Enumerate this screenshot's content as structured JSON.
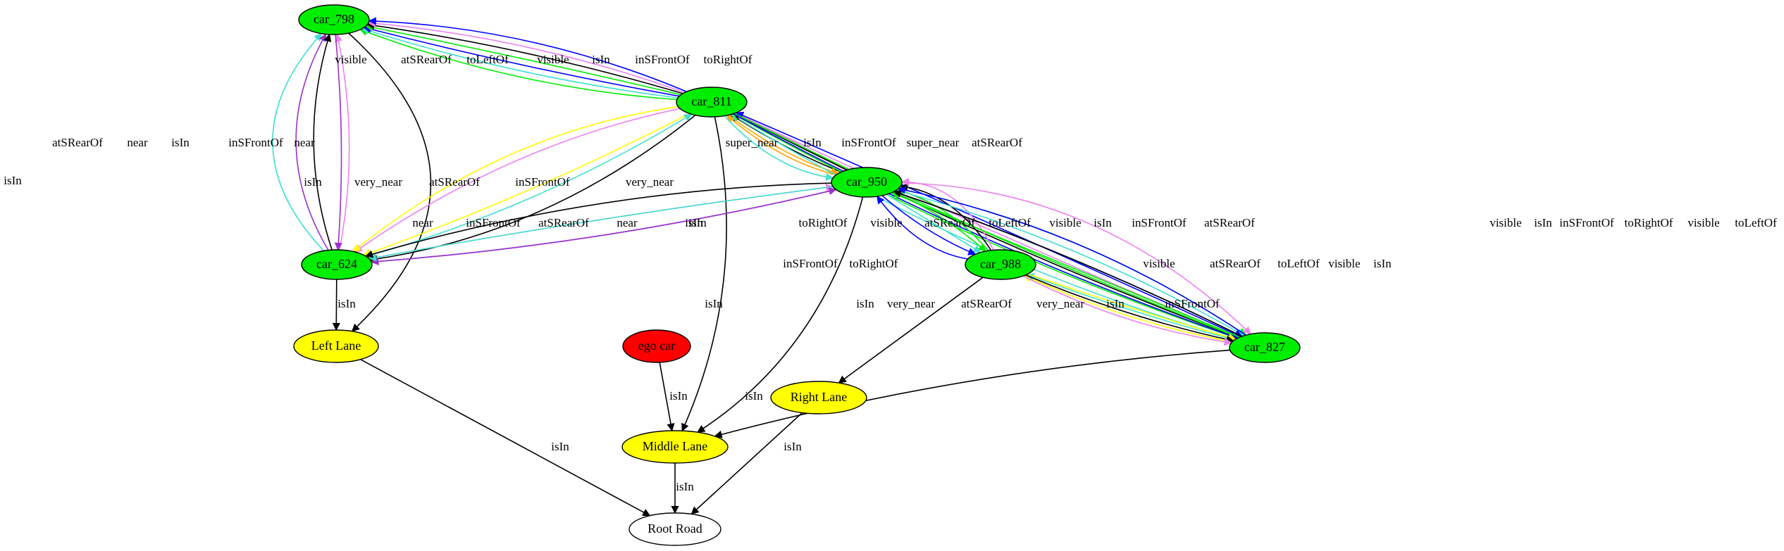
{
  "colors": {
    "car": "#00ee00",
    "ego": "#ff0000",
    "lane": "#ffff00",
    "road": "#ffffff",
    "isIn": "#000000",
    "near": "#9932cc",
    "super_near": "#ffa500",
    "very_near": "#ffff00",
    "atSRearOf": "#40e0d0",
    "inSFrontOf": "#ee82ee",
    "toLeftOf": "#0000ff",
    "toRightOf": "#0000ff",
    "visible": "#00ee00"
  },
  "nodes": [
    {
      "id": "car_798",
      "label": "car_798",
      "kind": "car"
    },
    {
      "id": "car_811",
      "label": "car_811",
      "kind": "car"
    },
    {
      "id": "car_950",
      "label": "car_950",
      "kind": "car"
    },
    {
      "id": "car_624",
      "label": "car_624",
      "kind": "car"
    },
    {
      "id": "car_988",
      "label": "car_988",
      "kind": "car"
    },
    {
      "id": "car_827",
      "label": "car_827",
      "kind": "car"
    },
    {
      "id": "left_lane",
      "label": "Left Lane",
      "kind": "lane"
    },
    {
      "id": "ego_car",
      "label": "ego car",
      "kind": "ego"
    },
    {
      "id": "right_lane",
      "label": "Right Lane",
      "kind": "lane"
    },
    {
      "id": "middle_lane",
      "label": "Middle Lane",
      "kind": "lane"
    },
    {
      "id": "root_road",
      "label": "Root Road",
      "kind": "road"
    }
  ],
  "edges": [
    {
      "from": "car_811",
      "to": "car_798",
      "label": "visible",
      "rel": "visible"
    },
    {
      "from": "car_811",
      "to": "car_798",
      "label": "atSRearOf",
      "rel": "atSRearOf"
    },
    {
      "from": "car_811",
      "to": "car_798",
      "label": "toLeftOf",
      "rel": "toLeftOf"
    },
    {
      "from": "car_811",
      "to": "car_798",
      "label": "visible",
      "rel": "visible"
    },
    {
      "from": "car_811",
      "to": "car_798",
      "label": "isIn",
      "rel": "isIn"
    },
    {
      "from": "car_811",
      "to": "car_798",
      "label": "inSFrontOf",
      "rel": "inSFrontOf"
    },
    {
      "from": "car_811",
      "to": "car_798",
      "label": "toRightOf",
      "rel": "toRightOf"
    },
    {
      "from": "car_624",
      "to": "car_798",
      "label": "atSRearOf",
      "rel": "atSRearOf"
    },
    {
      "from": "car_624",
      "to": "car_798",
      "label": "near",
      "rel": "near"
    },
    {
      "from": "car_624",
      "to": "car_798",
      "label": "isIn",
      "rel": "isIn"
    },
    {
      "from": "car_624",
      "to": "car_798",
      "label": "inSFrontOf",
      "rel": "inSFrontOf"
    },
    {
      "from": "car_798",
      "to": "car_624",
      "label": "near",
      "rel": "near"
    },
    {
      "from": "car_798",
      "to": "left_lane",
      "label": "isIn",
      "rel": "isIn"
    },
    {
      "from": "car_811",
      "to": "car_624",
      "label": "isIn",
      "rel": "isIn"
    },
    {
      "from": "car_811",
      "to": "car_624",
      "label": "very_near",
      "rel": "very_near"
    },
    {
      "from": "car_624",
      "to": "car_811",
      "label": "atSRearOf",
      "rel": "atSRearOf"
    },
    {
      "from": "car_811",
      "to": "car_624",
      "label": "inSFrontOf",
      "rel": "inSFrontOf"
    },
    {
      "from": "car_811",
      "to": "car_624",
      "label": "very_near",
      "rel": "very_near"
    },
    {
      "from": "car_950",
      "to": "car_811",
      "label": "super_near",
      "rel": "super_near"
    },
    {
      "from": "car_950",
      "to": "car_811",
      "label": "isIn",
      "rel": "isIn"
    },
    {
      "from": "car_950",
      "to": "car_811",
      "label": "inSFrontOf",
      "rel": "inSFrontOf"
    },
    {
      "from": "car_811",
      "to": "car_950",
      "label": "super_near",
      "rel": "super_near"
    },
    {
      "from": "car_811",
      "to": "car_950",
      "label": "atSRearOf",
      "rel": "atSRearOf"
    },
    {
      "from": "car_827",
      "to": "car_811",
      "label": "atSRearOf",
      "rel": "atSRearOf"
    },
    {
      "from": "car_827",
      "to": "car_811",
      "label": "visible",
      "rel": "visible"
    },
    {
      "from": "car_827",
      "to": "car_811",
      "label": "isIn",
      "rel": "isIn"
    },
    {
      "from": "car_827",
      "to": "car_811",
      "label": "inSFrontOf",
      "rel": "inSFrontOf"
    },
    {
      "from": "car_827",
      "to": "car_811",
      "label": "toRightOf",
      "rel": "toRightOf"
    },
    {
      "from": "car_811",
      "to": "car_827",
      "label": "visible",
      "rel": "visible"
    },
    {
      "from": "car_811",
      "to": "car_827",
      "label": "toLeftOf",
      "rel": "toLeftOf"
    },
    {
      "from": "car_811",
      "to": "middle_lane",
      "label": "isIn",
      "rel": "isIn"
    },
    {
      "from": "car_950",
      "to": "car_624",
      "label": "near",
      "rel": "near"
    },
    {
      "from": "car_624",
      "to": "car_950",
      "label": "inSFrontOf",
      "rel": "inSFrontOf"
    },
    {
      "from": "car_950",
      "to": "car_624",
      "label": "atSRearOf",
      "rel": "atSRearOf"
    },
    {
      "from": "car_624",
      "to": "car_950",
      "label": "near",
      "rel": "near"
    },
    {
      "from": "car_950",
      "to": "car_624",
      "label": "isIn",
      "rel": "isIn"
    },
    {
      "from": "car_624",
      "to": "left_lane",
      "label": "isIn",
      "rel": "isIn"
    },
    {
      "from": "car_950",
      "to": "middle_lane",
      "label": "isIn",
      "rel": "isIn"
    },
    {
      "from": "car_988",
      "to": "car_950",
      "label": "toRightOf",
      "rel": "toRightOf"
    },
    {
      "from": "car_950",
      "to": "car_988",
      "label": "visible",
      "rel": "visible"
    },
    {
      "from": "car_950",
      "to": "car_988",
      "label": "atSRearOf",
      "rel": "atSRearOf"
    },
    {
      "from": "car_950",
      "to": "car_988",
      "label": "toLeftOf",
      "rel": "toLeftOf"
    },
    {
      "from": "car_988",
      "to": "car_950",
      "label": "visible",
      "rel": "visible"
    },
    {
      "from": "car_988",
      "to": "car_950",
      "label": "isIn",
      "rel": "isIn"
    },
    {
      "from": "car_988",
      "to": "car_950",
      "label": "inSFrontOf",
      "rel": "inSFrontOf"
    },
    {
      "from": "car_950",
      "to": "car_827",
      "label": "visible",
      "rel": "visible"
    },
    {
      "from": "car_950",
      "to": "car_827",
      "label": "atSRearOf",
      "rel": "atSRearOf"
    },
    {
      "from": "car_950",
      "to": "car_827",
      "label": "toLeftOf",
      "rel": "toLeftOf"
    },
    {
      "from": "car_827",
      "to": "car_950",
      "label": "visible",
      "rel": "visible"
    },
    {
      "from": "car_827",
      "to": "car_950",
      "label": "isIn",
      "rel": "isIn"
    },
    {
      "from": "car_950",
      "to": "car_827",
      "label": "inSFrontOf",
      "rel": "inSFrontOf"
    },
    {
      "from": "car_827",
      "to": "car_950",
      "label": "toRightOf",
      "rel": "toRightOf"
    },
    {
      "from": "car_988",
      "to": "right_lane",
      "label": "isIn",
      "rel": "isIn"
    },
    {
      "from": "car_827",
      "to": "car_988",
      "label": "very_near",
      "rel": "very_near"
    },
    {
      "from": "car_827",
      "to": "car_988",
      "label": "atSRearOf",
      "rel": "atSRearOf"
    },
    {
      "from": "car_988",
      "to": "car_827",
      "label": "very_near",
      "rel": "very_near"
    },
    {
      "from": "car_988",
      "to": "car_827",
      "label": "isIn",
      "rel": "isIn"
    },
    {
      "from": "car_988",
      "to": "car_827",
      "label": "inSFrontOf",
      "rel": "inSFrontOf"
    },
    {
      "from": "car_827",
      "to": "middle_lane",
      "label": "isIn",
      "rel": "isIn"
    },
    {
      "from": "ego_car",
      "to": "middle_lane",
      "label": "isIn",
      "rel": "isIn"
    },
    {
      "from": "left_lane",
      "to": "root_road",
      "label": "isIn",
      "rel": "isIn"
    },
    {
      "from": "middle_lane",
      "to": "root_road",
      "label": "isIn",
      "rel": "isIn"
    },
    {
      "from": "right_lane",
      "to": "root_road",
      "label": "isIn",
      "rel": "isIn"
    }
  ]
}
